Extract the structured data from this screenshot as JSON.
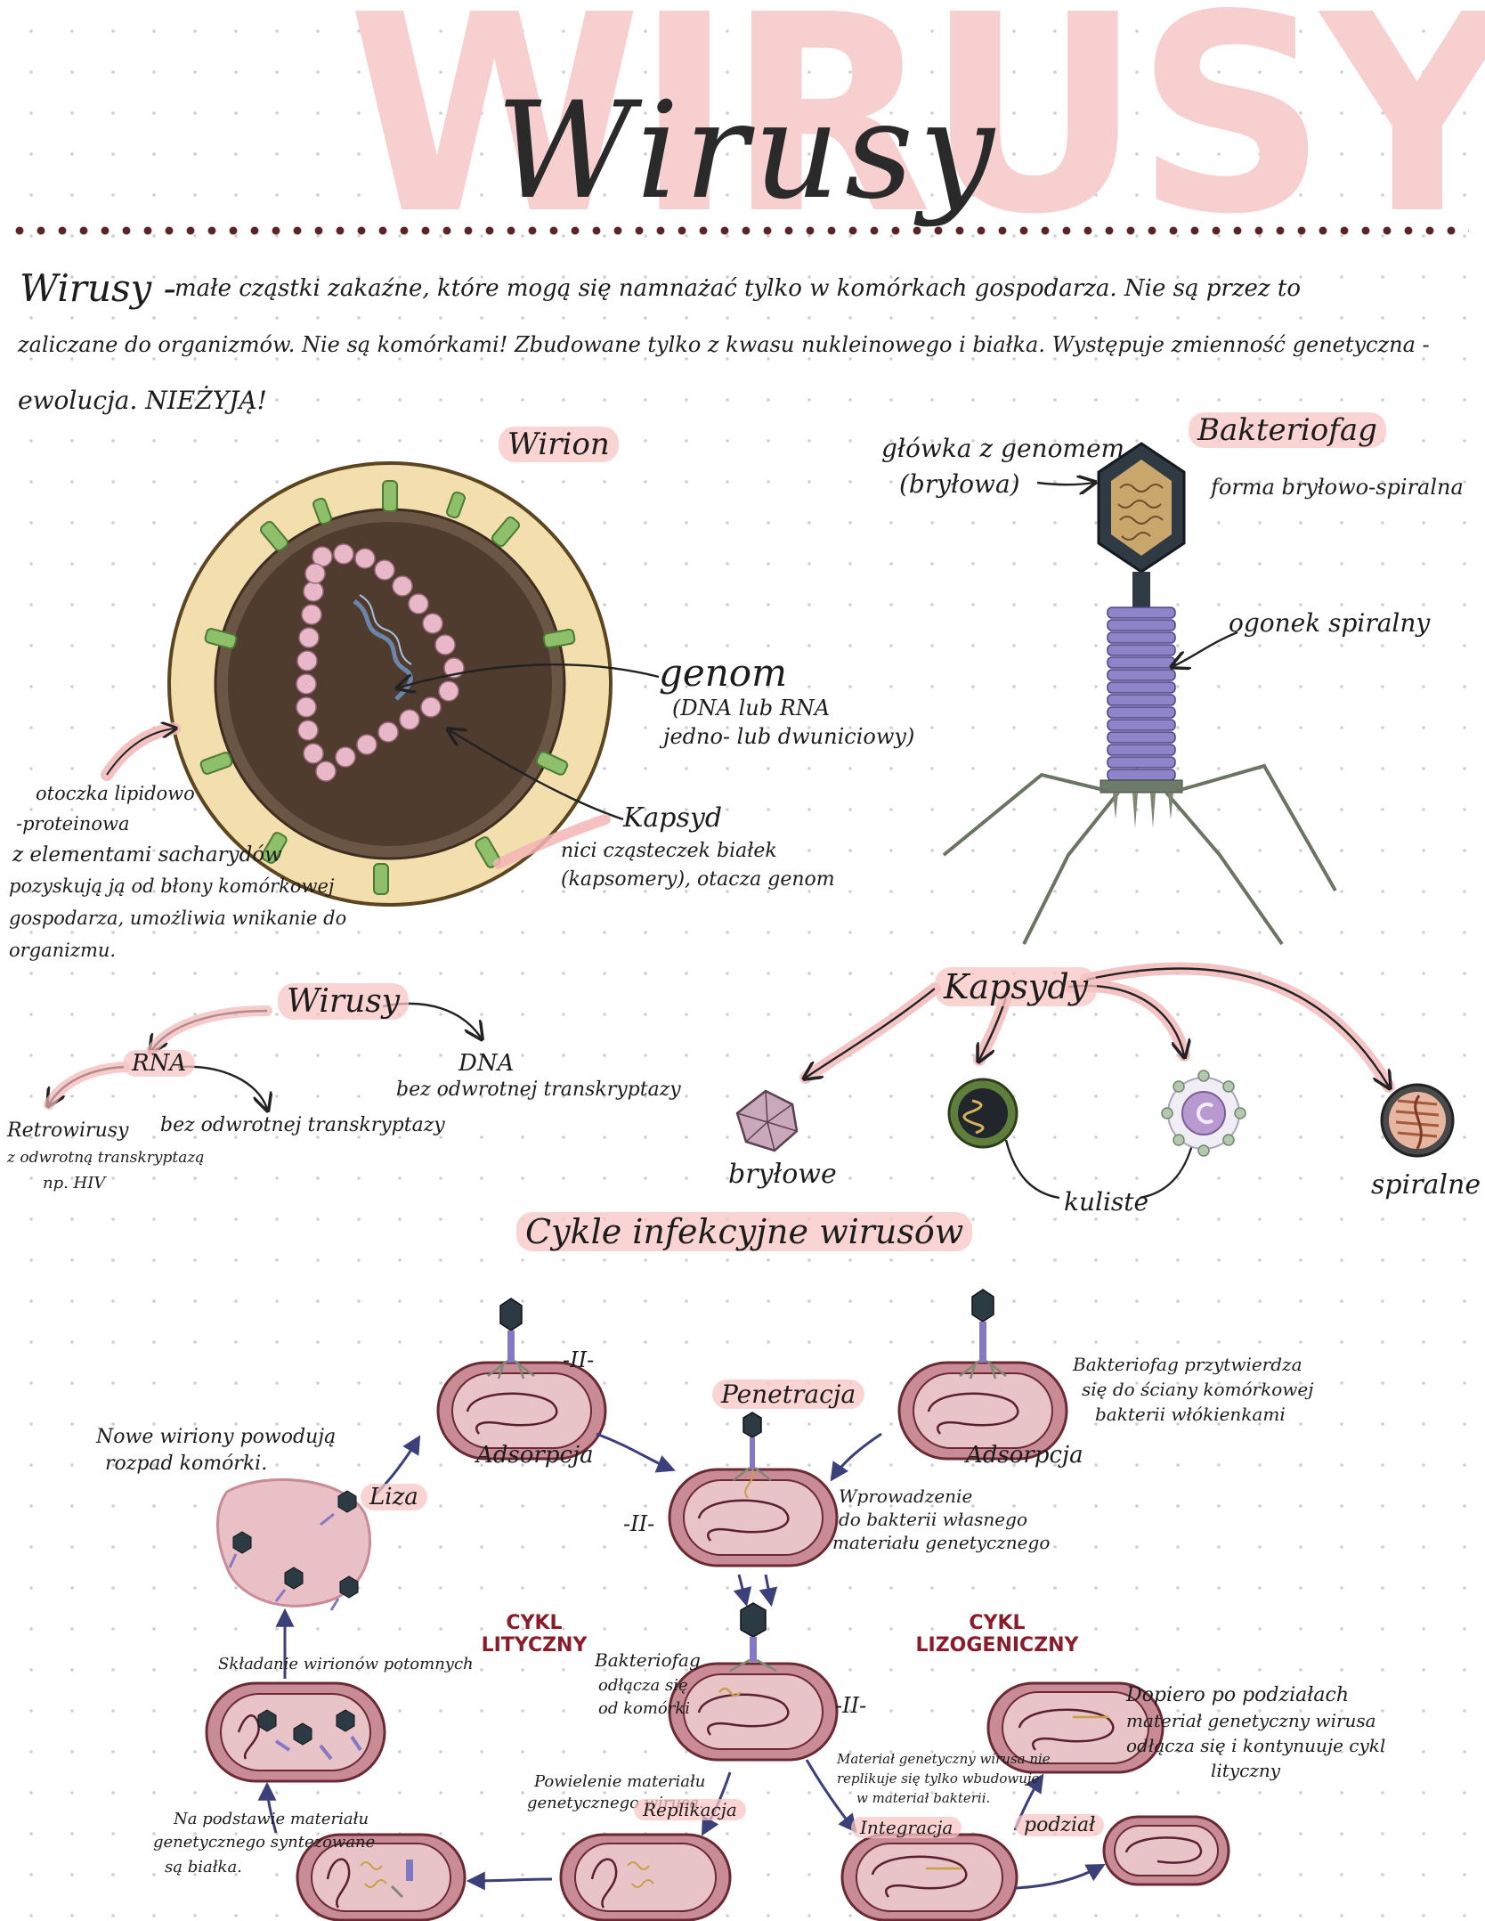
{
  "title": {
    "block": "WIRUSY",
    "script": "Wirusy"
  },
  "intro": {
    "lead": "Wirusy -",
    "line1": "małe cząstki zakaźne, które mogą się namnażać tylko w komórkach gospodarza. Nie są przez to",
    "line2": "zaliczane do organizmów. Nie są komórkami! Zbudowane tylko z kwasu nukleinowego i białka. Występuje zmienność genetyczna -",
    "line3": "ewolucja. NIEŻYJĄ!"
  },
  "virion": {
    "label": "Wirion",
    "genome_label": "genom",
    "genome_detail_1": "(DNA lub RNA",
    "genome_detail_2": "jedno- lub dwuniciowy)",
    "capsid_label": "Kapsyd",
    "capsid_detail_1": "nici cząsteczek białek",
    "capsid_detail_2": "(kapsomery), otacza genom",
    "envelope_1": "otoczka lipidowo",
    "envelope_2": "-proteinowa",
    "envelope_3": "z elementami sacharydów",
    "envelope_4": "pozyskują ją od błony komórkowej",
    "envelope_5": "gospodarza, umożliwia wnikanie do",
    "envelope_6": "organizmu."
  },
  "bacteriophage": {
    "title": "Bakteriofag",
    "form": "forma bryłowo-spiralna",
    "head_label_1": "główka z genomem",
    "head_label_2": "(bryłowa)",
    "tail_label": "ogonek spiralny"
  },
  "classification": {
    "root": "Wirusy",
    "rna": "RNA",
    "dna": "DNA",
    "dna_note": "bez odwrotnej transkryptazy",
    "rna_no_rt": "bez odwrotnej transkryptazy",
    "retro_1": "Retrowirusy",
    "retro_2": "z odwrotną transkryptazą",
    "retro_3": "np. HIV"
  },
  "capsids": {
    "title": "Kapsydy",
    "polyhedral": "bryłowe",
    "spherical": "kuliste",
    "helical": "spiralne"
  },
  "cycles": {
    "title": "Cykle infekcyjne wirusów",
    "lytic_1": "CYKL",
    "lytic_2": "LITYCZNY",
    "lysogenic_1": "CYKL",
    "lysogenic_2": "LIZOGENICZNY",
    "same_mark": "-II-",
    "adsorption": "Adsorpcja",
    "penetration": "Penetracja",
    "attach_1": "Bakteriofag przytwierdza",
    "attach_2": "się do ściany komórkowej",
    "attach_3": "bakterii włókienkami",
    "inject_1": "Wprowadzenie",
    "inject_2": "do bakterii własnego",
    "inject_3": "materiału genetycznego",
    "detach_1": "Bakteriofag",
    "detach_2": "odłącza się",
    "detach_3": "od komórki",
    "lysis": "Liza",
    "new_virions_1": "Nowe wiriony powodują",
    "new_virions_2": "rozpad komórki.",
    "assembly": "Składanie wirionów potomnych",
    "synthesis_1": "Na podstawie materiału",
    "synthesis_2": "genetycznego syntezowane",
    "synthesis_3": "są białka.",
    "replication_note_1": "Powielenie materiału",
    "replication_note_2": "genetycznego wirusa.",
    "replication": "Replikacja",
    "integration_note_1": "Materiał genetyczny wirusa nie",
    "integration_note_2": "replikuje się tylko wbudowuje",
    "integration_note_3": "w materiał bakterii.",
    "integration": "Integracja",
    "division": "podział",
    "later_1": "Dopiero po podziałach",
    "later_2": "materiał genetyczny wirusa",
    "later_3": "odłącza się i kontynuuje cykl",
    "later_4": "lityczny"
  }
}
